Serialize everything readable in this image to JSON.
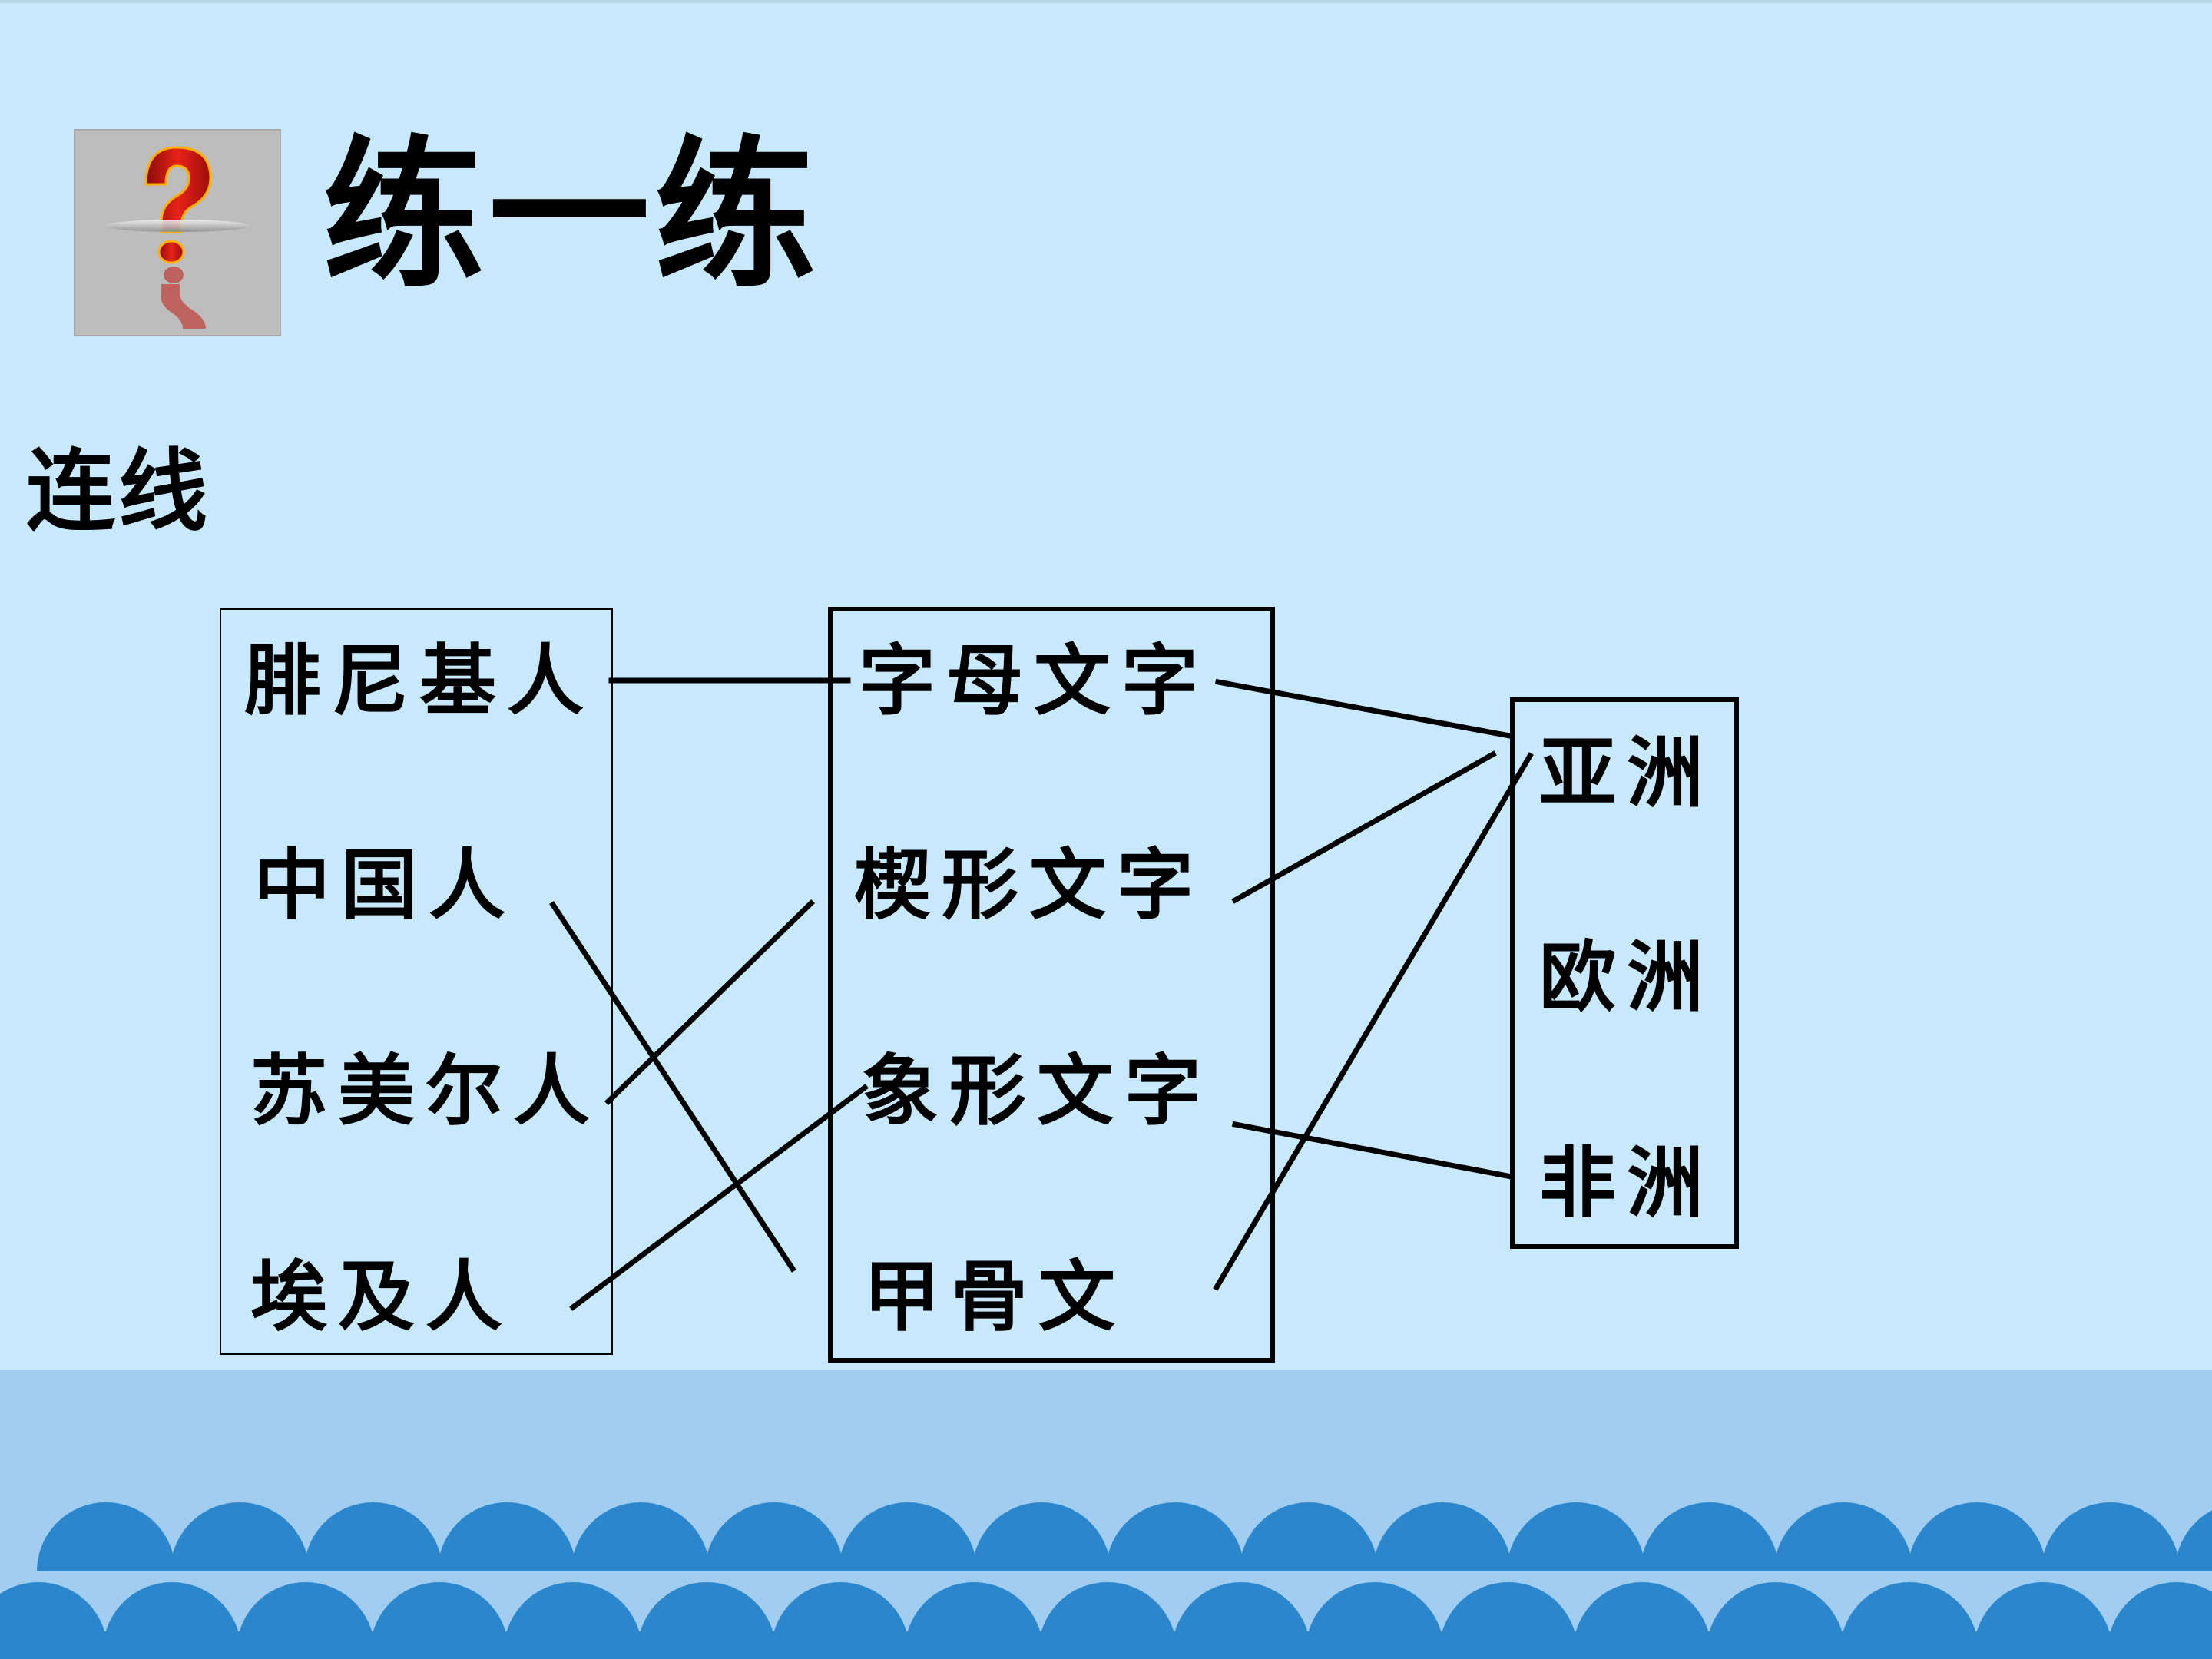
{
  "slide": {
    "title": "练一练",
    "subtitle": "连线",
    "icon": "question-mark-icon"
  },
  "columns": {
    "peoples": [
      "腓尼基人",
      "中国人",
      "苏美尔人",
      "埃及人"
    ],
    "scripts": [
      "字母文字",
      "楔形文字",
      "象形文字",
      "甲骨文"
    ],
    "continents": [
      "亚洲",
      "欧洲",
      "非洲"
    ]
  },
  "colors": {
    "background": "#c8e9fb",
    "sea": "#a0cdf0",
    "waves": "#2b86cc",
    "lines": "#000000",
    "icon_red": "#d4140c"
  }
}
